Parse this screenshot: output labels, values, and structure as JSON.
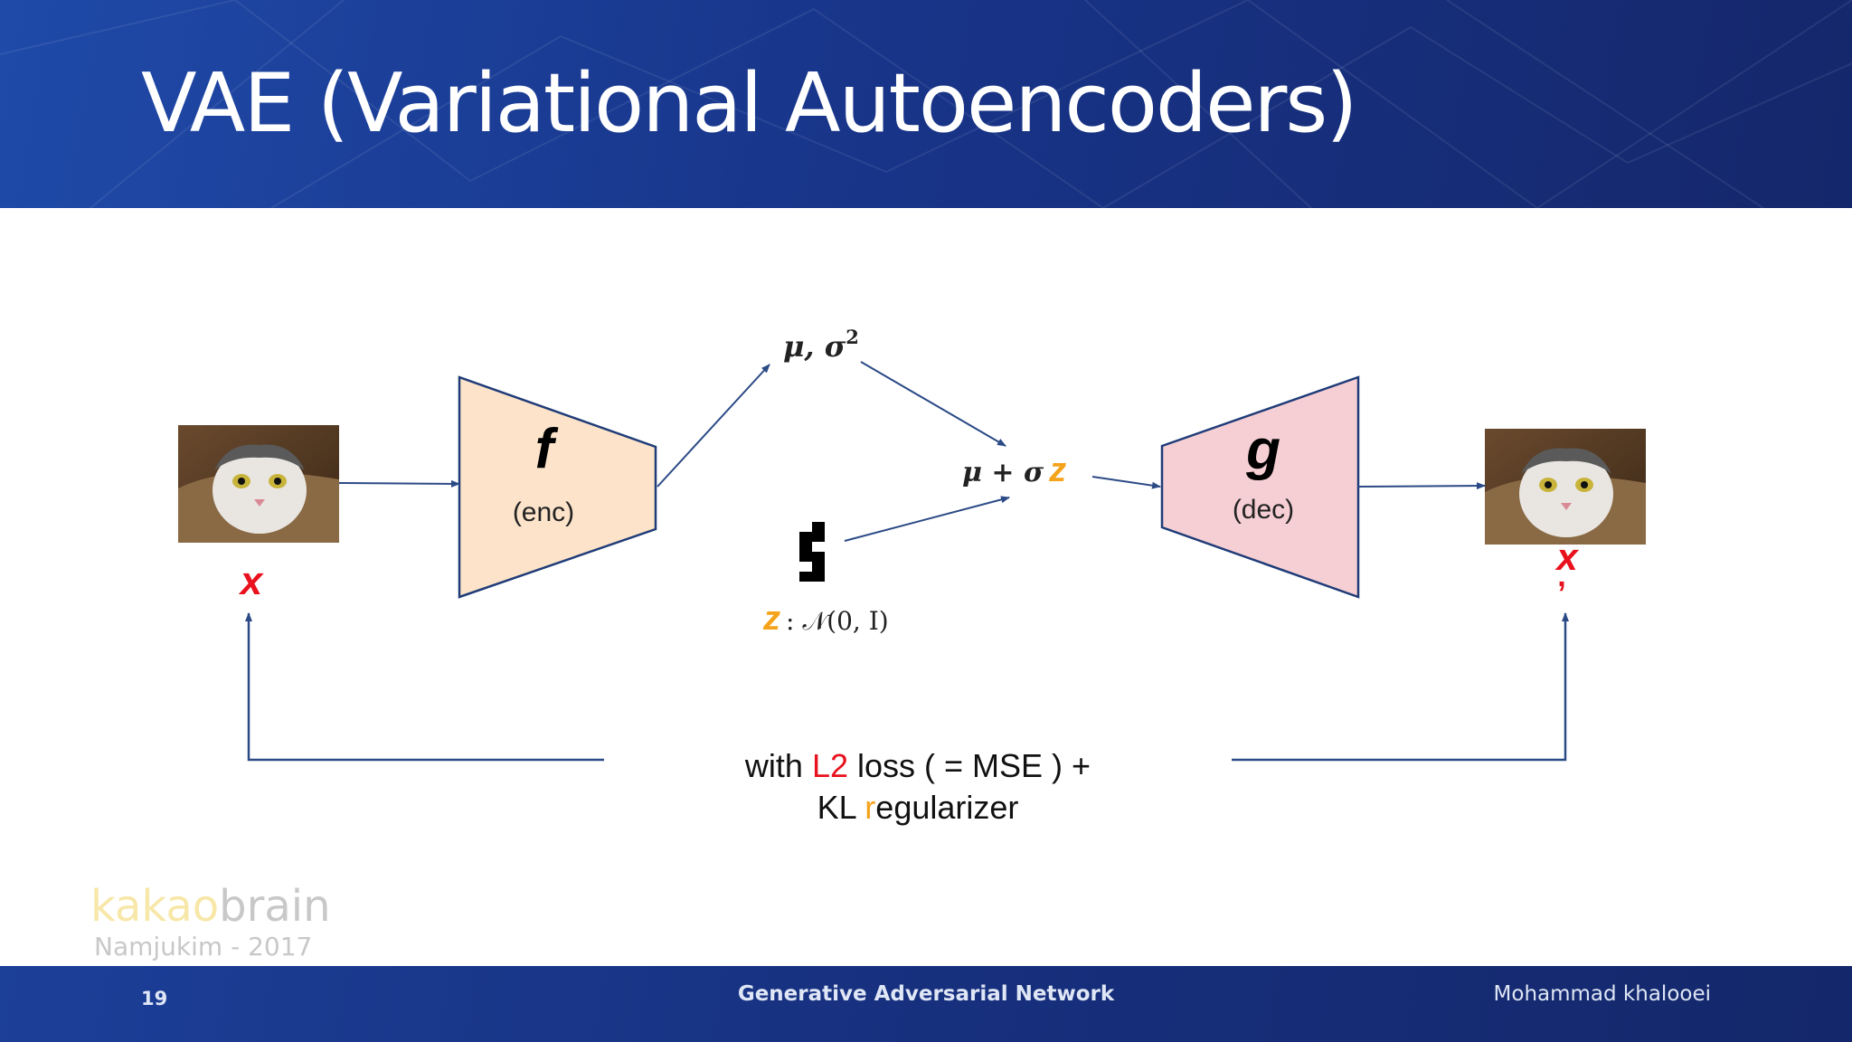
{
  "slide": {
    "title": "VAE (Variational Autoencoders)",
    "page_number": "19",
    "footer_center": "Generative Adversarial Network",
    "footer_author": "Mohammad khalooei"
  },
  "branding": {
    "logo_part1": "kakao",
    "logo_part2": "brain",
    "credit": "Namjukim - 2017"
  },
  "diagram": {
    "encoder": {
      "symbol": "f",
      "label": "(enc)"
    },
    "decoder": {
      "symbol": "g",
      "label": "(dec)"
    },
    "input_label": "x",
    "output_label": "x",
    "output_prime": ",",
    "params_mu_sigma": "μ, σ",
    "params_exp": "2",
    "reparam_mu": "μ + σ",
    "reparam_z": "z",
    "noise_z": "z",
    "noise_dist": ": 𝒩(0, I)",
    "loss_line1_a": "with ",
    "loss_line1_b": "L2",
    "loss_line1_c": " loss ( = MSE ) +",
    "loss_line2_a": "KL ",
    "loss_line2_b": "r",
    "loss_line2_c": "egularizer"
  },
  "colors": {
    "encoder_fill": "#fce3c9",
    "decoder_fill": "#f6cfd4",
    "shape_stroke": "#1f3c78",
    "arrow": "#2b4a86",
    "accent_red": "#e8111d",
    "accent_orange": "#f5a31a"
  }
}
